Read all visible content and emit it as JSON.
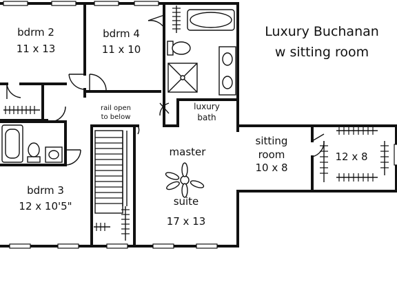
{
  "title": {
    "line1": "Luxury Buchanan",
    "line2": "w sitting room"
  },
  "rooms": {
    "bdrm2": {
      "name": "bdrm 2",
      "size": "11 x 13"
    },
    "bdrm4": {
      "name": "bdrm 4",
      "size": "11 x 10"
    },
    "bdrm3": {
      "name": "bdrm 3",
      "size": "12 x 10'5\""
    },
    "master": {
      "name_line1": "master",
      "name_line2": "suite",
      "size": "17 x 13"
    },
    "sitting": {
      "name_line1": "sitting",
      "name_line2": "room",
      "size": "10 x 8"
    },
    "closet": {
      "size": "12 x 8"
    },
    "bath": {
      "line1": "luxury",
      "line2": "bath"
    }
  },
  "notes": {
    "rail_line1": "rail open",
    "rail_line2": "to below"
  },
  "icons": [
    "ceiling-fan-icon",
    "toilet-icon",
    "bathtub-icon",
    "sink-icon",
    "shower-icon",
    "stairs-icon"
  ]
}
